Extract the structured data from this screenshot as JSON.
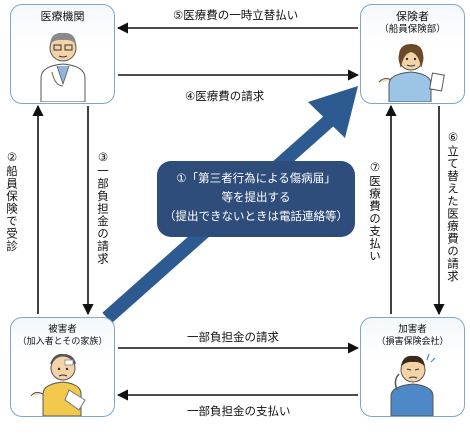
{
  "nodes": {
    "hospital": {
      "title": "医療機関"
    },
    "insurer": {
      "title": "保険者",
      "subtitle": "（船員保険部）"
    },
    "victim": {
      "title": "被害者",
      "subtitle": "（加入者とその家族）"
    },
    "perpetrator": {
      "title": "加害者",
      "subtitle": "（損害保険会社）"
    }
  },
  "flows": {
    "f1": "①「第三者行為による傷病届」",
    "f1_line2": "等を提出する",
    "f1_line3": "（提出できないときは電話連絡等）",
    "f2": "②船員保険で受診",
    "f3": "③一部負担金の請求",
    "f4": "④医療費の請求",
    "f5": "⑤医療費の一時立替払い",
    "f6": "⑥立て替えた医療費の請求",
    "f7": "⑦医療費の支払い",
    "req": "一部負担金の請求",
    "pay": "一部負担金の支払い"
  },
  "colors": {
    "box_border": "#7ea7c9",
    "callout": "#2f4d7a",
    "big_arrow": "#2e5a92"
  }
}
